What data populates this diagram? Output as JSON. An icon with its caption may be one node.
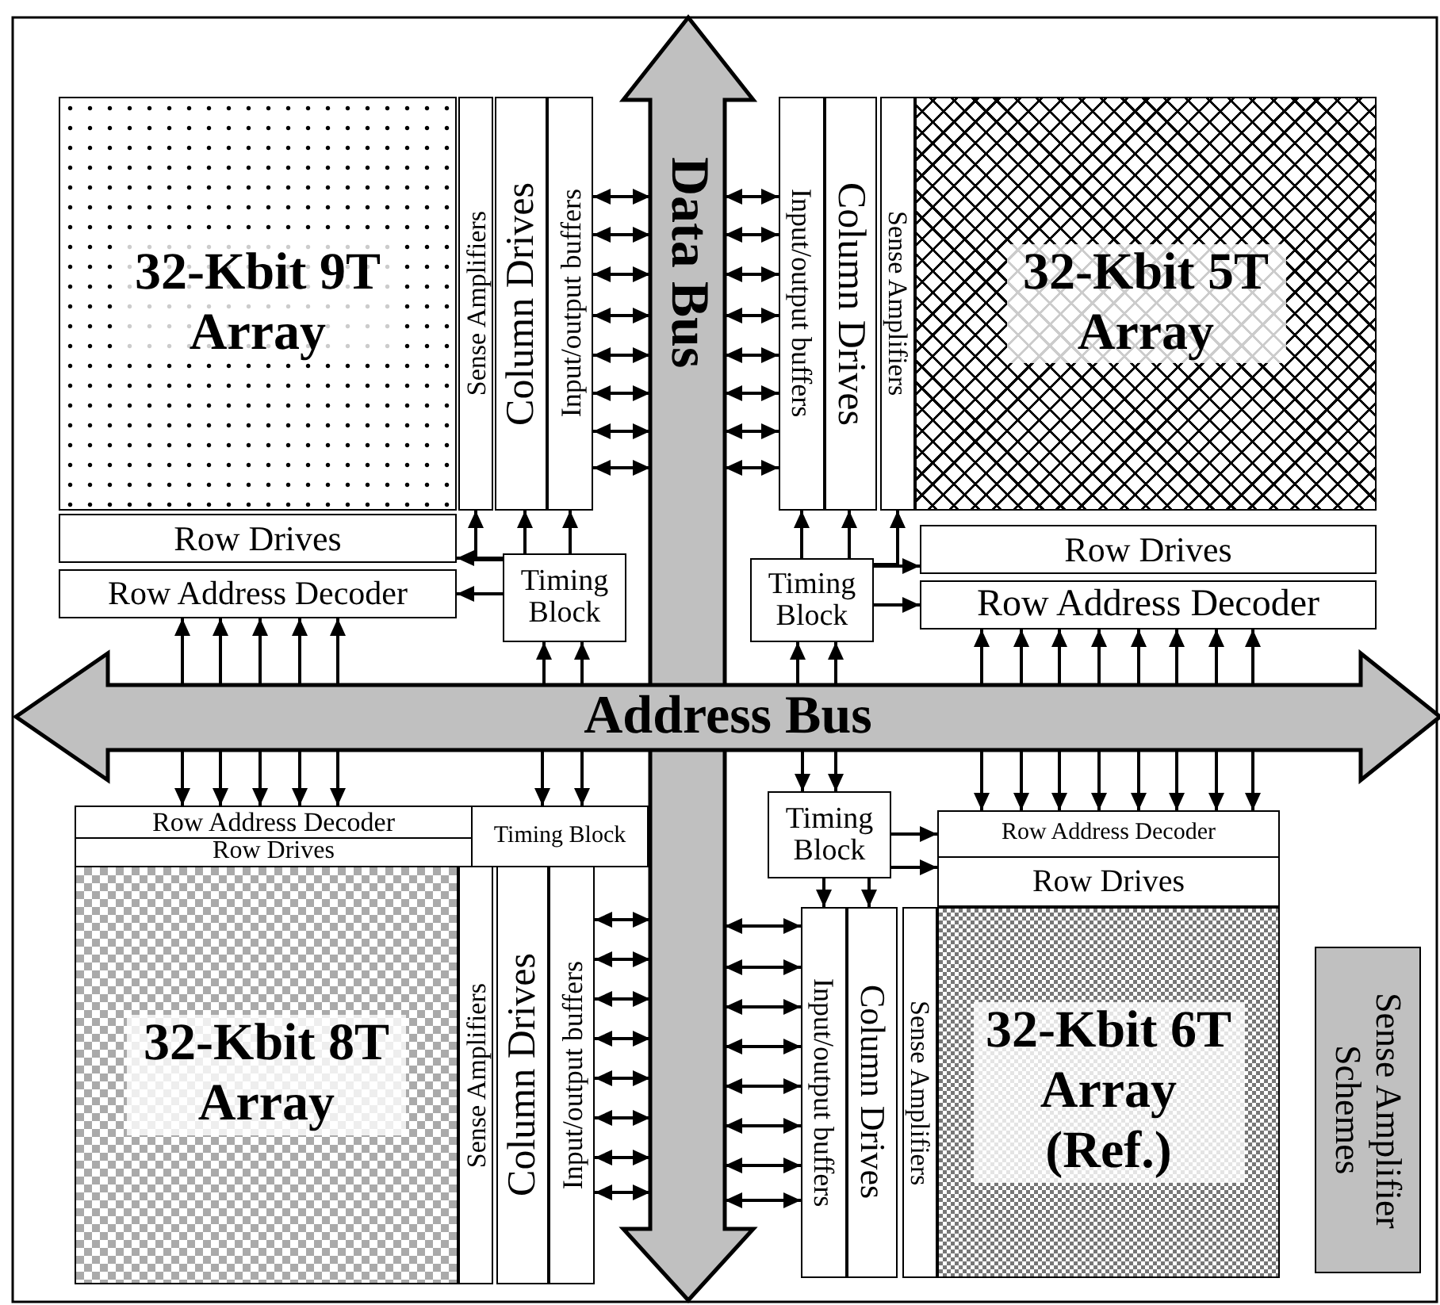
{
  "diagram": {
    "nodes": [
      {
        "text": [
          "Data Bus"
        ]
      },
      {
        "text": [
          "32-Kbit 9T Array"
        ]
      },
      {
        "text": [
          "Sense Amplifiers"
        ]
      },
      {
        "text": [
          "Column Drives"
        ]
      },
      {
        "text": [
          "Input/output buffers"
        ]
      },
      {
        "text": [
          "Row Drives"
        ]
      },
      {
        "text": [
          "Row Address Decoder"
        ]
      },
      {
        "text": [
          "Timing Block"
        ]
      },
      {
        "text": [
          "Input/output buffers"
        ]
      },
      {
        "text": [
          "Column Drives"
        ]
      },
      {
        "text": [
          "Sense Amplifiers"
        ]
      },
      {
        "text": [
          "32-Kbit 5T Array"
        ]
      },
      {
        "text": [
          "Row Drives"
        ]
      },
      {
        "text": [
          "Row Address Decoder"
        ]
      },
      {
        "text": [
          "Timing Block"
        ]
      },
      {
        "text": [
          "Address Bus"
        ]
      },
      {
        "text": [
          "Row Address Decoder"
        ]
      },
      {
        "text": [
          "Row Drives"
        ]
      },
      {
        "text": [
          "Timing Block"
        ]
      },
      {
        "text": [
          "32-Kbit 8T Array"
        ]
      },
      {
        "text": [
          "Sense Amplifiers"
        ]
      },
      {
        "text": [
          "Column Drives"
        ]
      },
      {
        "text": [
          "Input/output buffers"
        ]
      },
      {
        "text": [
          "Timing Block"
        ]
      },
      {
        "text": [
          "Row Address Decoder"
        ]
      },
      {
        "text": [
          "Row Drives"
        ]
      },
      {
        "text": [
          "Input/output buffers"
        ]
      },
      {
        "text": [
          "Column Drives"
        ]
      },
      {
        "text": [
          "Sense Amplifiers"
        ]
      },
      {
        "text": [
          "32-Kbit 6T Array (Ref.)"
        ]
      },
      {
        "text": [
          "Sense Amplifier Schemes"
        ]
      }
    ],
    "edges": [
      {
        "from": 4,
        "to": 0,
        "arrow": "both"
      },
      {
        "from": 4,
        "to": 0,
        "arrow": "both"
      },
      {
        "from": 4,
        "to": 0,
        "arrow": "both"
      },
      {
        "from": 4,
        "to": 0,
        "arrow": "both"
      },
      {
        "from": 4,
        "to": 0,
        "arrow": "both"
      },
      {
        "from": 4,
        "to": 0,
        "arrow": "both"
      },
      {
        "from": 4,
        "to": 0,
        "arrow": "both"
      },
      {
        "from": 4,
        "to": 0,
        "arrow": "both"
      },
      {
        "from": 15,
        "to": 6,
        "arrow": "to"
      },
      {
        "from": 15,
        "to": 6,
        "arrow": "to"
      },
      {
        "from": 15,
        "to": 6,
        "arrow": "to"
      },
      {
        "from": 15,
        "to": 6,
        "arrow": "to"
      },
      {
        "from": 15,
        "to": 6,
        "arrow": "to"
      },
      {
        "from": 15,
        "to": 7,
        "arrow": "to"
      },
      {
        "from": 15,
        "to": 7,
        "arrow": "to"
      },
      {
        "from": 7,
        "to": 5,
        "arrow": "to"
      },
      {
        "from": 7,
        "to": 6,
        "arrow": "to"
      },
      {
        "from": 7,
        "to": 2,
        "arrow": "to"
      },
      {
        "from": 7,
        "to": 3,
        "arrow": "to"
      },
      {
        "from": 7,
        "to": 4,
        "arrow": "to"
      },
      {
        "from": 8,
        "to": 0,
        "arrow": "both"
      },
      {
        "from": 8,
        "to": 0,
        "arrow": "both"
      },
      {
        "from": 8,
        "to": 0,
        "arrow": "both"
      },
      {
        "from": 8,
        "to": 0,
        "arrow": "both"
      },
      {
        "from": 8,
        "to": 0,
        "arrow": "both"
      },
      {
        "from": 8,
        "to": 0,
        "arrow": "both"
      },
      {
        "from": 8,
        "to": 0,
        "arrow": "both"
      },
      {
        "from": 8,
        "to": 0,
        "arrow": "both"
      },
      {
        "from": 15,
        "to": 13,
        "arrow": "to"
      },
      {
        "from": 15,
        "to": 13,
        "arrow": "to"
      },
      {
        "from": 15,
        "to": 13,
        "arrow": "to"
      },
      {
        "from": 15,
        "to": 13,
        "arrow": "to"
      },
      {
        "from": 15,
        "to": 13,
        "arrow": "to"
      },
      {
        "from": 15,
        "to": 13,
        "arrow": "to"
      },
      {
        "from": 15,
        "to": 13,
        "arrow": "to"
      },
      {
        "from": 15,
        "to": 13,
        "arrow": "to"
      },
      {
        "from": 15,
        "to": 14,
        "arrow": "to"
      },
      {
        "from": 15,
        "to": 14,
        "arrow": "to"
      },
      {
        "from": 14,
        "to": 12,
        "arrow": "to"
      },
      {
        "from": 14,
        "to": 13,
        "arrow": "to"
      },
      {
        "from": 14,
        "to": 8,
        "arrow": "to"
      },
      {
        "from": 14,
        "to": 9,
        "arrow": "to"
      },
      {
        "from": 14,
        "to": 10,
        "arrow": "to"
      },
      {
        "from": 22,
        "to": 0,
        "arrow": "both"
      },
      {
        "from": 22,
        "to": 0,
        "arrow": "both"
      },
      {
        "from": 22,
        "to": 0,
        "arrow": "both"
      },
      {
        "from": 22,
        "to": 0,
        "arrow": "both"
      },
      {
        "from": 22,
        "to": 0,
        "arrow": "both"
      },
      {
        "from": 22,
        "to": 0,
        "arrow": "both"
      },
      {
        "from": 22,
        "to": 0,
        "arrow": "both"
      },
      {
        "from": 22,
        "to": 0,
        "arrow": "both"
      },
      {
        "from": 15,
        "to": 16,
        "arrow": "to"
      },
      {
        "from": 15,
        "to": 16,
        "arrow": "to"
      },
      {
        "from": 15,
        "to": 16,
        "arrow": "to"
      },
      {
        "from": 15,
        "to": 16,
        "arrow": "to"
      },
      {
        "from": 15,
        "to": 16,
        "arrow": "to"
      },
      {
        "from": 15,
        "to": 18,
        "arrow": "to"
      },
      {
        "from": 15,
        "to": 18,
        "arrow": "to"
      },
      {
        "from": 26,
        "to": 0,
        "arrow": "both"
      },
      {
        "from": 26,
        "to": 0,
        "arrow": "both"
      },
      {
        "from": 26,
        "to": 0,
        "arrow": "both"
      },
      {
        "from": 26,
        "to": 0,
        "arrow": "both"
      },
      {
        "from": 26,
        "to": 0,
        "arrow": "both"
      },
      {
        "from": 26,
        "to": 0,
        "arrow": "both"
      },
      {
        "from": 26,
        "to": 0,
        "arrow": "both"
      },
      {
        "from": 26,
        "to": 0,
        "arrow": "both"
      },
      {
        "from": 15,
        "to": 24,
        "arrow": "to"
      },
      {
        "from": 15,
        "to": 24,
        "arrow": "to"
      },
      {
        "from": 15,
        "to": 24,
        "arrow": "to"
      },
      {
        "from": 15,
        "to": 24,
        "arrow": "to"
      },
      {
        "from": 15,
        "to": 24,
        "arrow": "to"
      },
      {
        "from": 15,
        "to": 24,
        "arrow": "to"
      },
      {
        "from": 15,
        "to": 24,
        "arrow": "to"
      },
      {
        "from": 15,
        "to": 24,
        "arrow": "to"
      },
      {
        "from": 15,
        "to": 23,
        "arrow": "to"
      },
      {
        "from": 15,
        "to": 23,
        "arrow": "to"
      },
      {
        "from": 23,
        "to": 24,
        "arrow": "to"
      },
      {
        "from": 23,
        "to": 25,
        "arrow": "to"
      },
      {
        "from": 23,
        "to": 26,
        "arrow": "to"
      },
      {
        "from": 23,
        "to": 27,
        "arrow": "to"
      }
    ]
  }
}
